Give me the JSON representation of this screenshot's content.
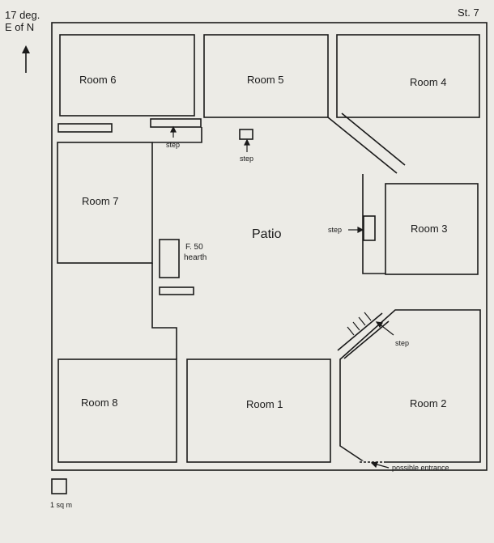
{
  "diagram": {
    "structure_label": "St. 7",
    "north_arrow": {
      "line1": "17 deg.",
      "line2": "E of N"
    },
    "rooms": {
      "room6": "Room 6",
      "room5": "Room 5",
      "room4": "Room 4",
      "room7": "Room 7",
      "room3": "Room 3",
      "room8": "Room 8",
      "room1": "Room 1",
      "room2": "Room 2"
    },
    "patio": "Patio",
    "feature": {
      "line1": "F. 50",
      "line2": "hearth"
    },
    "annotations": {
      "step_top_left": "step",
      "step_top_right": "step",
      "step_right": "step",
      "step_bottom_right": "step",
      "possible_entrance": "possible entrance"
    },
    "scale_label": "1 sq m"
  },
  "colors": {
    "line": "#1a1a1a",
    "paper": "#ecebe6"
  }
}
